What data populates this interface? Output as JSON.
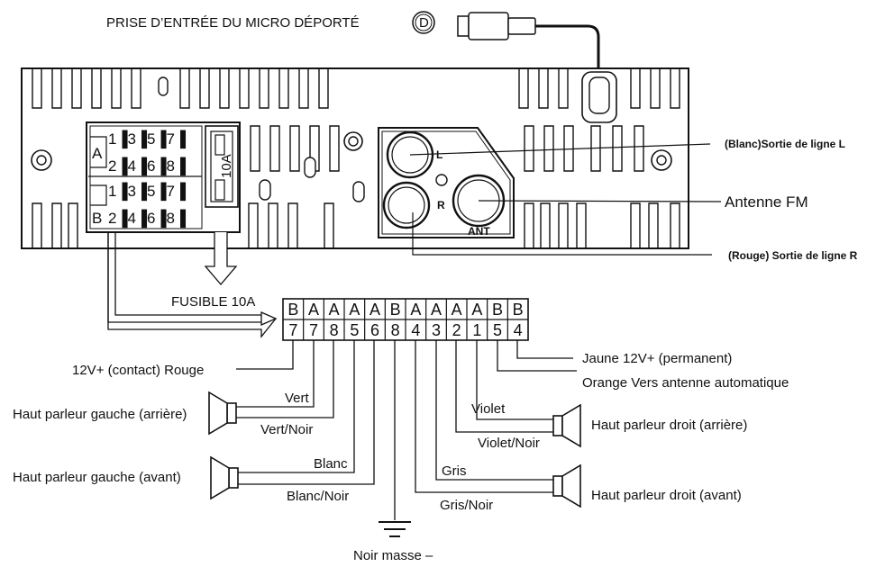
{
  "mic_label": "PRISE D’ENTRÉE DU MICRO DÉPORTÉ",
  "mic_badge": "D",
  "connector": {
    "group_a": "A",
    "group_b": "B",
    "row1": "1▐3▐5▐7▐",
    "row2": "2▐4▐6▐8▐",
    "fuse_label": "10A"
  },
  "rca": {
    "l": "L",
    "r": "R",
    "ant": "ANT"
  },
  "right_labels": {
    "line_out_l": "(Blanc)Sortie de ligne L",
    "fm_antenna": "Antenne FM",
    "line_out_r": "(Rouge) Sortie de ligne R"
  },
  "fuse_text": "FUSIBLE 10A",
  "pins_top": [
    "B",
    "A",
    "A",
    "A",
    "A",
    "B",
    "A",
    "A",
    "A",
    "A",
    "B",
    "B"
  ],
  "pins_bottom": [
    "7",
    "7",
    "8",
    "5",
    "6",
    "8",
    "4",
    "3",
    "2",
    "1",
    "5",
    "4"
  ],
  "wire_labels": {
    "contact": "12V+ (contact) Rouge",
    "vert": "Vert",
    "vert_noir": "Vert/Noir",
    "blanc": "Blanc",
    "blanc_noir": "Blanc/Noir",
    "gris": "Gris",
    "gris_noir": "Gris/Noir",
    "violet": "Violet",
    "violet_noir": "Violet/Noir",
    "jaune": "Jaune 12V+ (permanent)",
    "orange": "Orange Vers antenne automatique",
    "masse": "Noir masse –"
  },
  "speakers": {
    "rear_left": "Haut parleur gauche (arrière)",
    "front_left": "Haut parleur gauche (avant)",
    "rear_right": "Haut parleur droit (arrière)",
    "front_right": "Haut parleur droit (avant)"
  }
}
